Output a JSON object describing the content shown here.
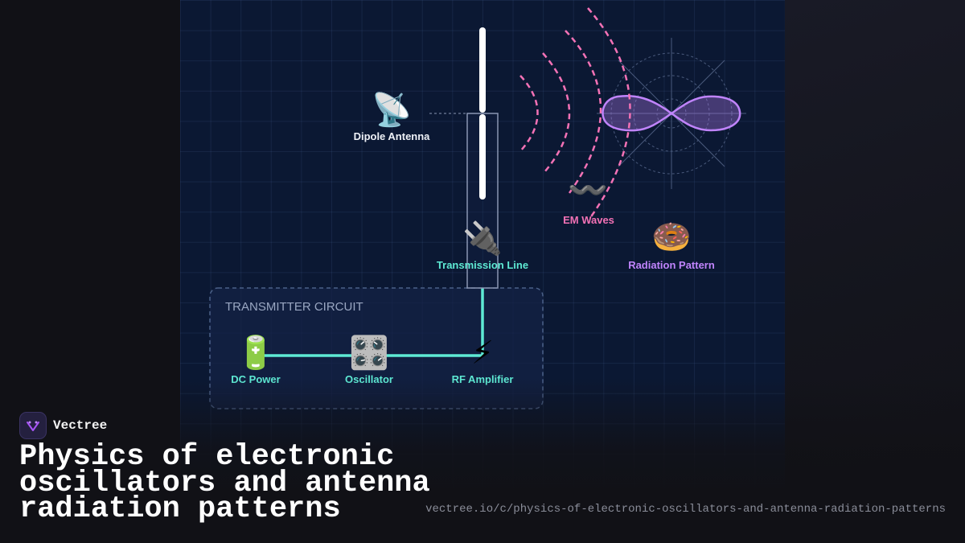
{
  "diagram": {
    "antenna_label": "Dipole Antenna",
    "em_waves_label": "EM Waves",
    "radiation_label": "Radiation Pattern",
    "transmission_label": "Transmission Line",
    "circuit_title": "TRANSMITTER CIRCUIT",
    "dc_power_label": "DC Power",
    "oscillator_label": "Oscillator",
    "rf_amp_label": "RF Amplifier",
    "icons": {
      "antenna": "satellite-antenna-icon",
      "waves": "wavy-dash-icon",
      "radiation": "donut-icon",
      "transmission": "electric-plug-icon",
      "dc_power": "battery-icon",
      "oscillator": "control-knobs-icon",
      "rf_amp": "lightning-icon"
    },
    "colors": {
      "background": "#0b1833",
      "wave": "#f472b6",
      "pattern": "#c084fc",
      "circuit_line": "#5eead4",
      "antenna": "#ffffff"
    }
  },
  "footer": {
    "brand": "Vectree",
    "title": "Physics of electronic oscillators and antenna radiation patterns",
    "url": "vectree.io/c/physics-of-electronic-oscillators-and-antenna-radiation-patterns"
  }
}
